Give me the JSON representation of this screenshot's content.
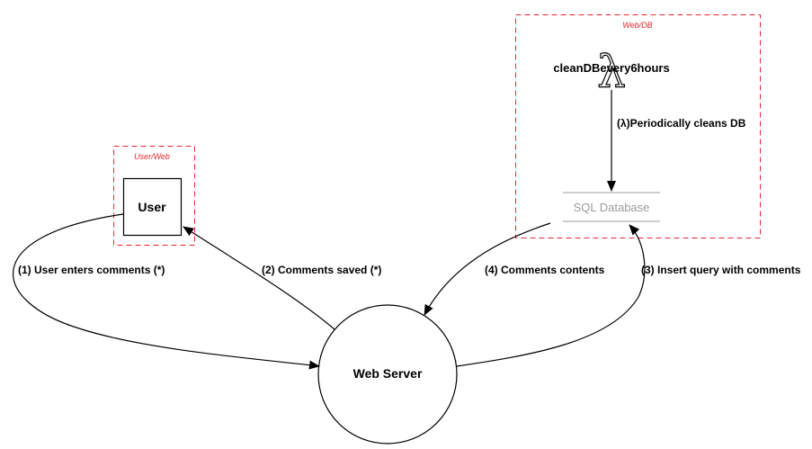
{
  "boundaries": {
    "user_web": "User/Web",
    "web_db": "Web/DB"
  },
  "nodes": {
    "user": "User",
    "web_server": "Web Server",
    "sql_database": "SQL Database",
    "lambda_function": "cleanDBevery6hours",
    "lambda_symbol": "λ"
  },
  "edges": {
    "e1": "(1) User enters comments (*)",
    "e2": "(2) Comments saved (*)",
    "e3": "(3) Insert query with comments",
    "e4": "(4) Comments contents",
    "lambda_edge": "(λ)Periodically cleans DB"
  }
}
